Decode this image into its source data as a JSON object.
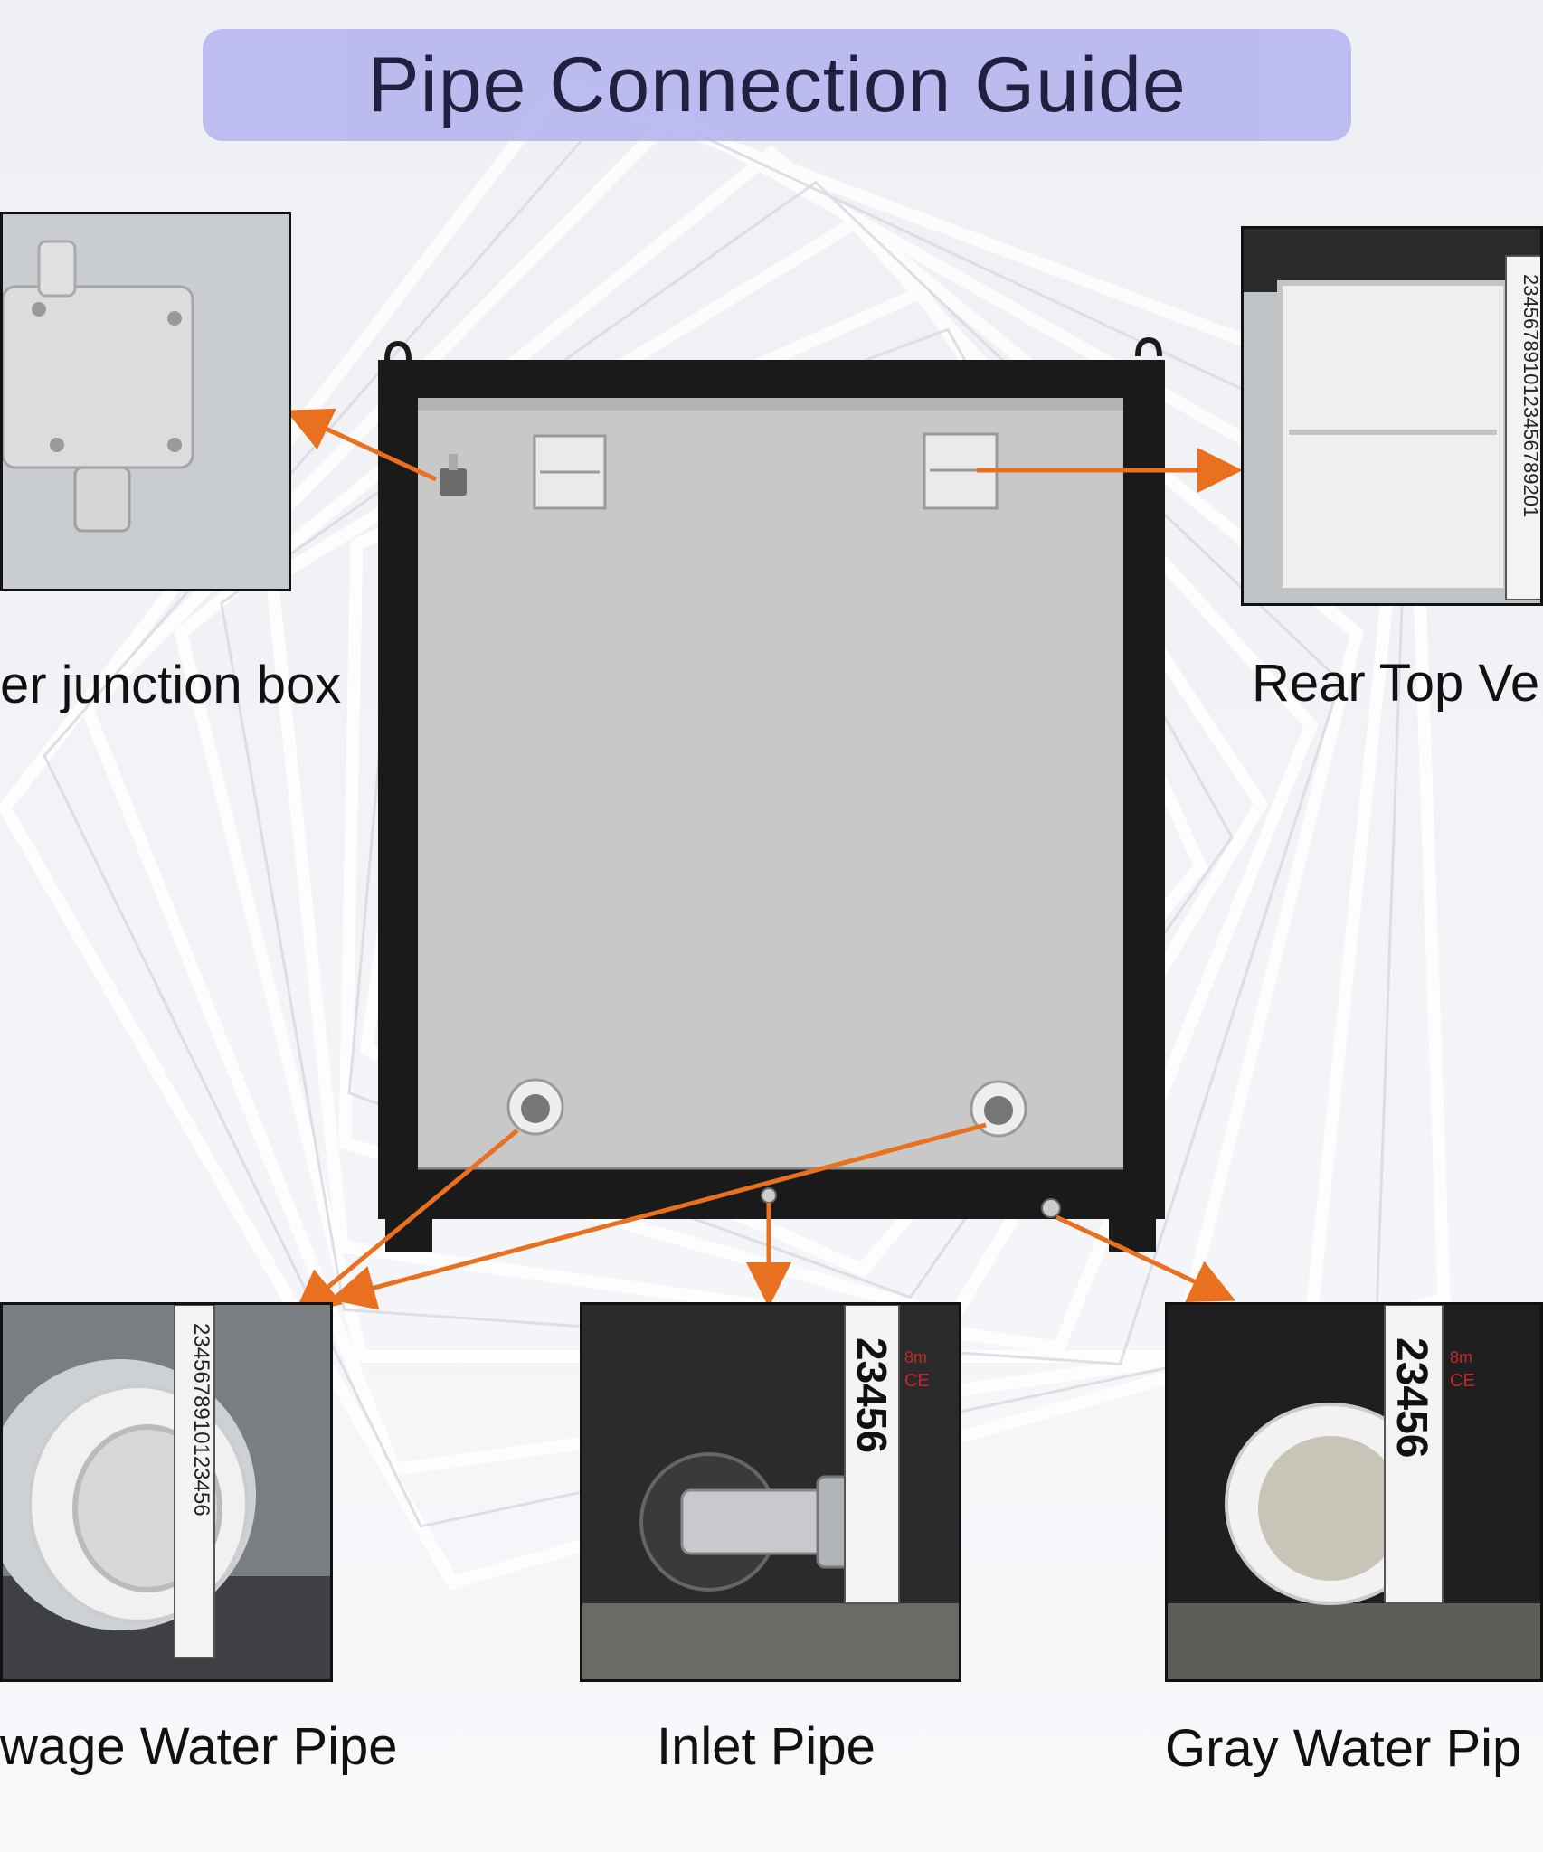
{
  "title": "Pipe Connection Guide",
  "captions": {
    "junction_box": "er junction box",
    "rear_top_vent": "Rear Top Ve",
    "sewage_pipe": "wage Water Pipe",
    "inlet_pipe": "Inlet Pipe",
    "gray_water_pipe": "Gray Water Pip"
  },
  "tape_marks": {
    "vent": "2345678910123456789201",
    "sewage": "2345678910123456",
    "inlet": "23456",
    "gray": "23456",
    "brand": "8m",
    "cert": "CE"
  },
  "colors": {
    "arrow": "#e8701e",
    "banner": "#b9b9f0",
    "frame": "#1a1a1a",
    "panel": "#c8c8c8"
  }
}
